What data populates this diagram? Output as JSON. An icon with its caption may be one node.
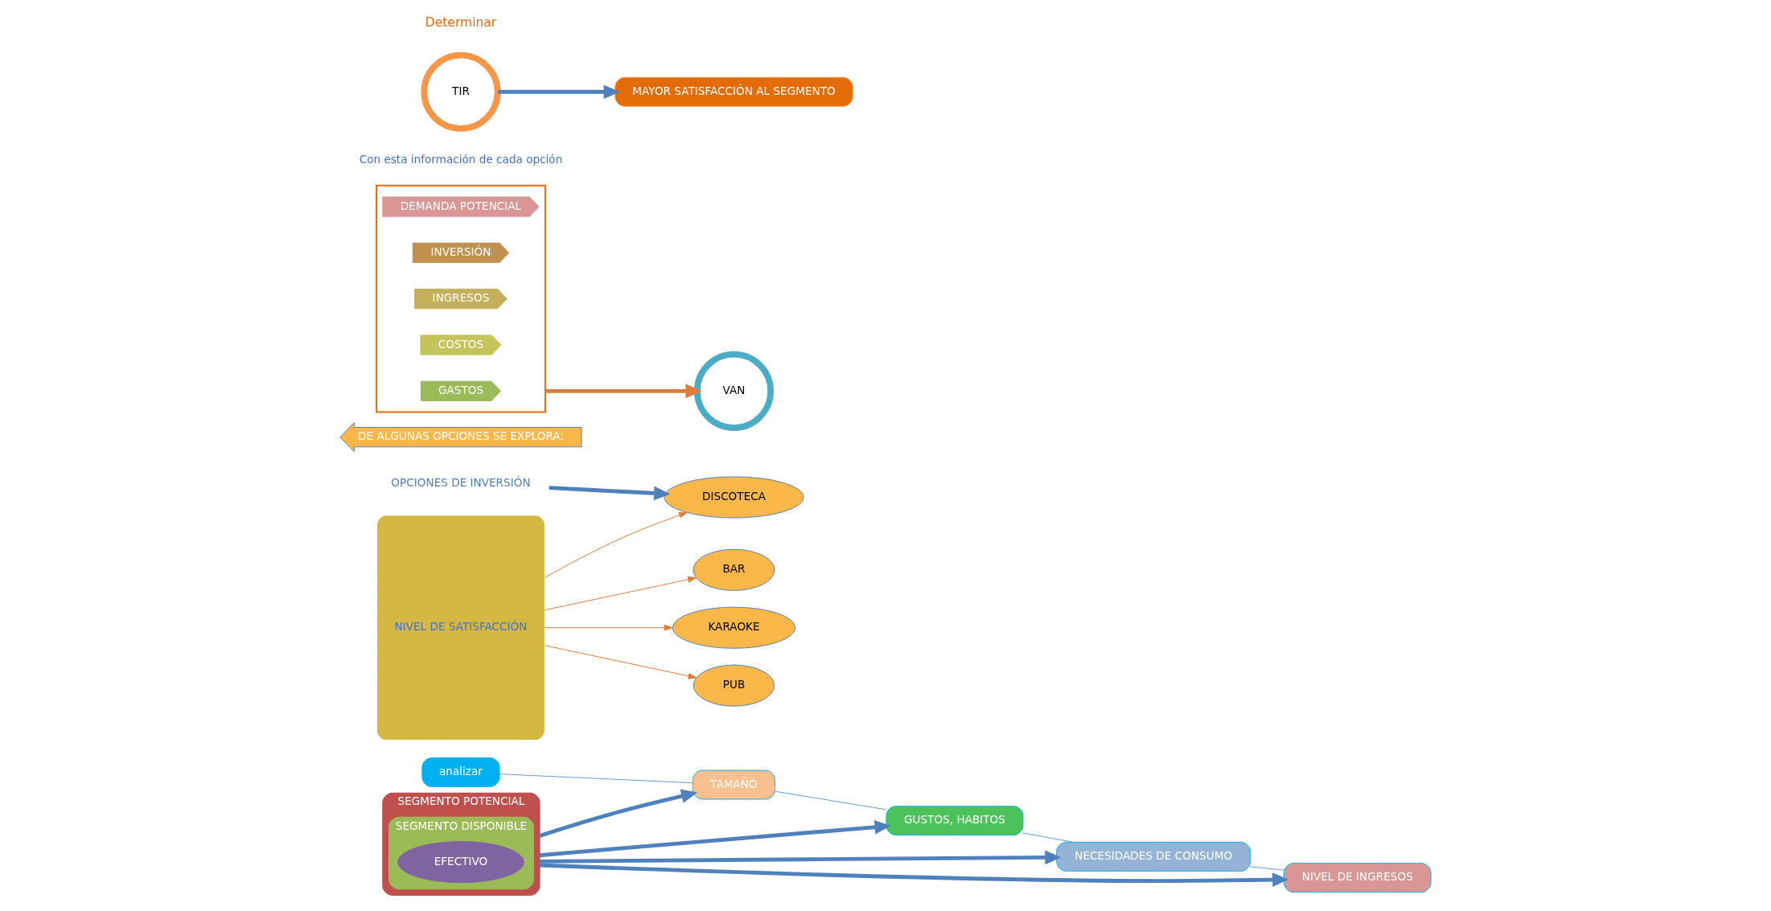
{
  "diagram": {
    "nodes": [
      {
        "text": [
          "SEGMENTO POTENCIAL"
        ]
      },
      {
        "text": [
          "SEGMENTO DISPONIBLE"
        ],
        "in": 0
      },
      {
        "text": [
          "EFECTIVO"
        ],
        "in": 1
      },
      {
        "text": [
          "analizar"
        ]
      },
      {
        "text": [
          "TAMAÑO"
        ]
      },
      {
        "text": [
          "GUSTOS, HABITOS"
        ]
      },
      {
        "text": [
          "NECESIDADES DE CONSUMO"
        ]
      },
      {
        "text": [
          "NIVEL DE INGRESOS"
        ]
      },
      {
        "text": [
          "NIVEL DE SATISFACCIÓN"
        ]
      },
      {
        "text": [
          "OPCIONES DE INVERSIÓN"
        ]
      },
      {
        "text": [
          "DISCOTECA"
        ]
      },
      {
        "text": [
          "BAR"
        ]
      },
      {
        "text": [
          "KARAOKE"
        ]
      },
      {
        "text": [
          "PUB"
        ]
      },
      {
        "text": [
          "DE ALGUNAS OPCIONES SE EXPLORA:"
        ]
      },
      {
        "text": [],
        "shape": "box"
      },
      {
        "text": [
          "DEMANDA POTENCIAL"
        ],
        "in": 15
      },
      {
        "text": [
          "INVERSIÓN"
        ],
        "in": 15
      },
      {
        "text": [
          "INGRESOS"
        ],
        "in": 15
      },
      {
        "text": [
          "COSTOS"
        ],
        "in": 15
      },
      {
        "text": [
          "GASTOS"
        ],
        "in": 15
      },
      {
        "text": [
          "Con esta información de cada opción"
        ]
      },
      {
        "text": [
          "TIR"
        ]
      },
      {
        "text": [
          "VAN"
        ]
      },
      {
        "text": [
          "MAYOR SATISFACCIÓN AL SEGMENTO"
        ]
      }
    ],
    "edges": [
      {
        "from": 0,
        "to": 4,
        "arrow": "to",
        "style": "thick"
      },
      {
        "from": 0,
        "to": 5,
        "arrow": "to",
        "style": "thick"
      },
      {
        "from": 0,
        "to": 6,
        "arrow": "to",
        "style": "thick"
      },
      {
        "from": 0,
        "to": 7,
        "arrow": "to",
        "style": "thick"
      },
      {
        "from": 3,
        "to": 4,
        "arrow": "none",
        "color": "#5b9bd5"
      },
      {
        "from": 4,
        "to": 5,
        "arrow": "none",
        "color": "#5b9bd5"
      },
      {
        "from": 5,
        "to": 6,
        "arrow": "none",
        "color": "#5b9bd5"
      },
      {
        "from": 6,
        "to": 7,
        "arrow": "none",
        "color": "#5b9bd5"
      },
      {
        "from": 8,
        "to": 10,
        "arrow": "to",
        "color": "#e07b39"
      },
      {
        "from": 8,
        "to": 11,
        "arrow": "to",
        "color": "#e07b39"
      },
      {
        "from": 8,
        "to": 12,
        "arrow": "to",
        "color": "#e07b39"
      },
      {
        "from": 8,
        "to": 13,
        "arrow": "to",
        "color": "#e07b39"
      },
      {
        "from": 9,
        "to": 10,
        "arrow": "to",
        "style": "thick"
      },
      {
        "from": 15,
        "to": 23,
        "arrow": "to",
        "style": "thick",
        "color": "#e07b39"
      },
      {
        "from": 22,
        "to": 24,
        "arrow": "to",
        "style": "thick"
      }
    ],
    "labels": [
      "Determinar"
    ]
  }
}
